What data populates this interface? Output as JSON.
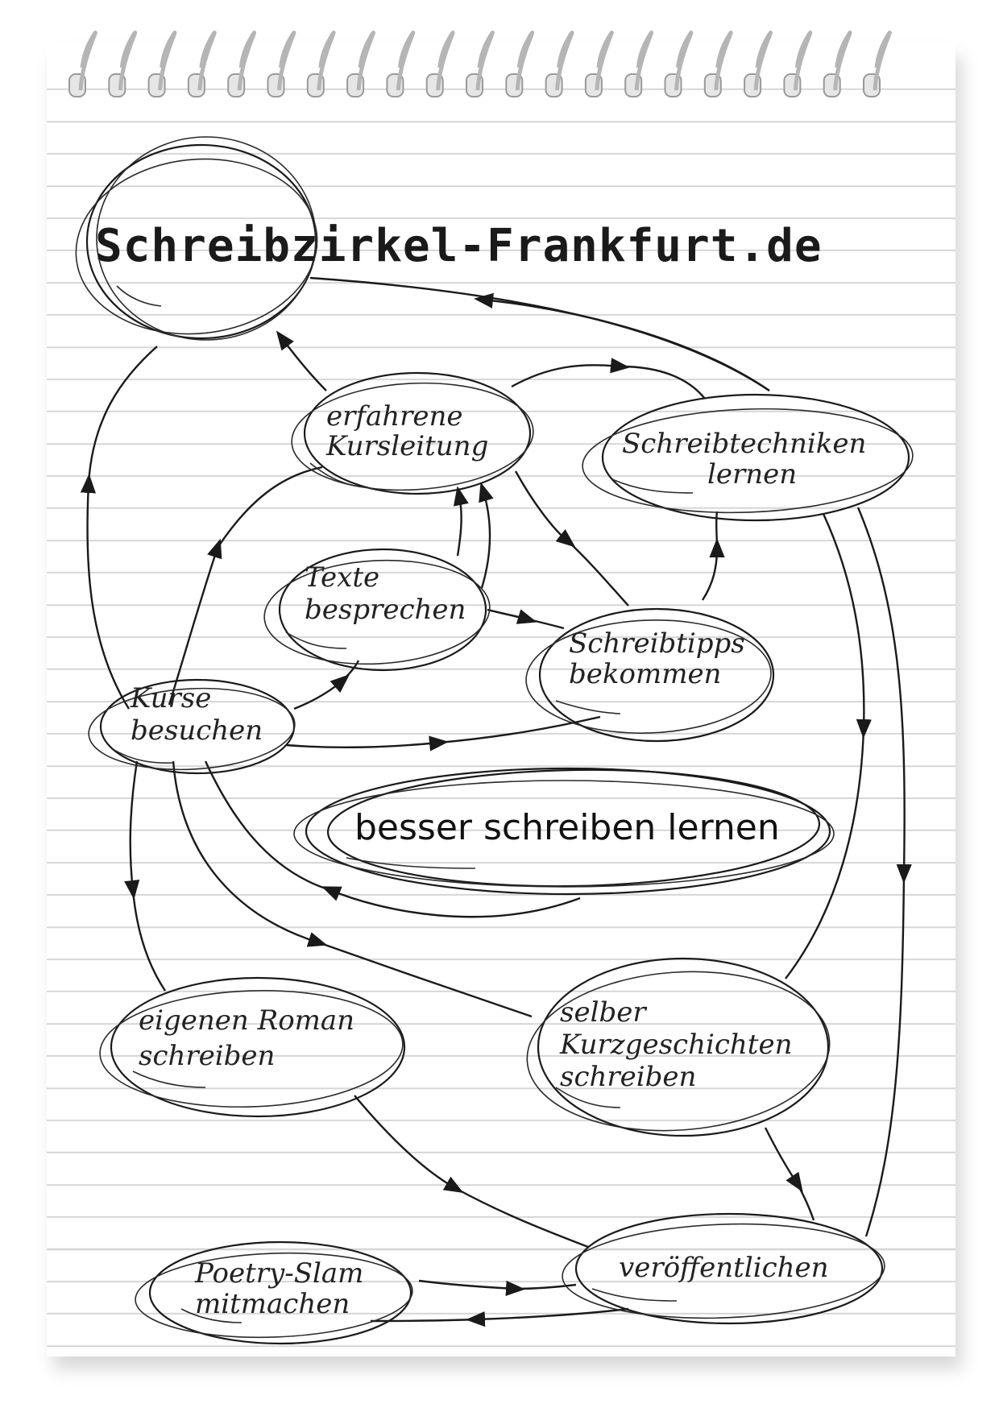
{
  "title": "Schreibzirkel-Frankfurt.de",
  "center": "besser schreiben lernen",
  "nodes": [
    {
      "id": "kursleitung",
      "lines": [
        "erfahrene",
        "Kursleitung"
      ]
    },
    {
      "id": "techniken",
      "lines": [
        "Schreibtechniken",
        "lernen"
      ]
    },
    {
      "id": "texte",
      "lines": [
        "Texte",
        "besprechen"
      ]
    },
    {
      "id": "tipps",
      "lines": [
        "Schreibtipps",
        "bekommen"
      ]
    },
    {
      "id": "kurse",
      "lines": [
        "Kurse",
        "besuchen"
      ]
    },
    {
      "id": "roman",
      "lines": [
        "eigenen Roman",
        "schreiben"
      ]
    },
    {
      "id": "kurzgeschichten",
      "lines": [
        "selber",
        "Kurzgeschichten",
        "schreiben"
      ]
    },
    {
      "id": "poetry",
      "lines": [
        "Poetry-Slam",
        "mitmachen"
      ]
    },
    {
      "id": "veroeffentlichen",
      "lines": [
        "veröffentlichen"
      ]
    }
  ],
  "icons": {
    "binding": "spiral-binding-icon"
  }
}
